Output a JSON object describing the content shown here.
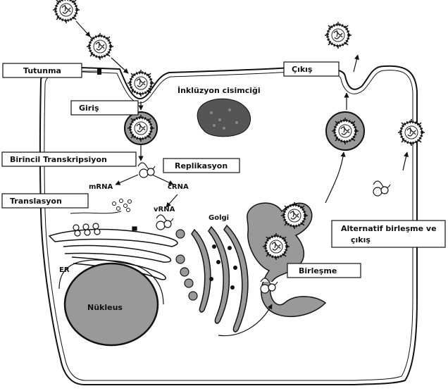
{
  "labels": {
    "tutunma": "Tutunma",
    "giris": "Giriş",
    "birincil_transkripsiyon": "Birincil Transkripsiyon",
    "replikasyon": "Replikasyon",
    "translasyon": "Translasyon",
    "cikis": "Çıkış",
    "inkluzyon": "İnklüzyon cisimciği",
    "mrna": "mRNA",
    "crna": "cRNA",
    "vrna": "vRNA",
    "golgi": "Golgi",
    "er": "ER",
    "nukleus": "Nükleus",
    "birlesme": "Birleşme",
    "alternatif_line1": "Alternatif birleşme ve",
    "alternatif_line2": "çıkış"
  },
  "colors": {
    "membrane": "#111111",
    "organelle_fill": "#999999",
    "label_box_fill": "#ffffff",
    "inclusion_body": "#555555"
  }
}
